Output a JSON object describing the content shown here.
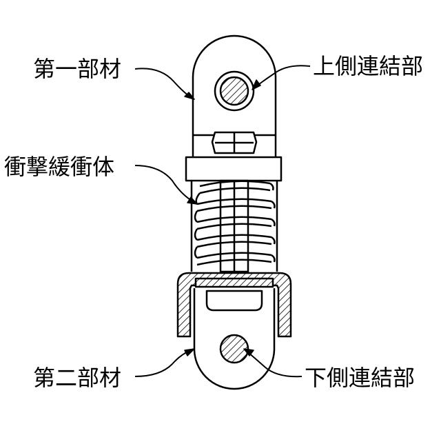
{
  "labels": {
    "first_member": "第一部材",
    "upper_connection": "上側連結部",
    "shock_absorber": "衝撃緩衝体",
    "second_member": "第二部材",
    "lower_connection": "下側連結部"
  }
}
